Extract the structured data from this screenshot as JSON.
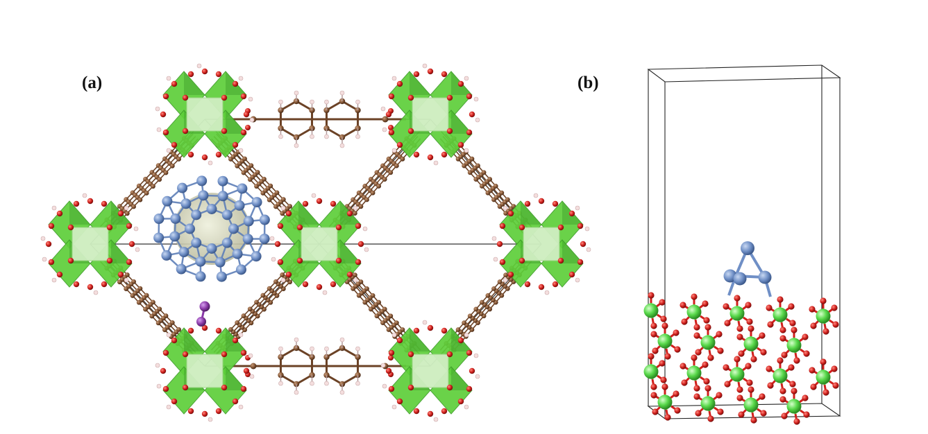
{
  "figure": {
    "panel_a": {
      "label": "(a)"
    },
    "panel_b": {
      "label": "(b)"
    }
  },
  "colors": {
    "metal_polyhedron": "#5ecf3a",
    "metal_polyhedron_dark": "#3f9e2a",
    "node_core": "#eaf7e2",
    "oxygen": "#d0201c",
    "hydrogen": "#f4dede",
    "carbon": "#8a5a3a",
    "cluster_atom": "#6f8fc6",
    "cluster_core": "#d8d6bf",
    "guest_atom": "#8a3aa8",
    "cell_line": "#222222",
    "slab_metal": "#58d84a"
  },
  "atom_types": [
    "metal",
    "oxygen",
    "hydrogen",
    "carbon",
    "cluster",
    "guest"
  ]
}
